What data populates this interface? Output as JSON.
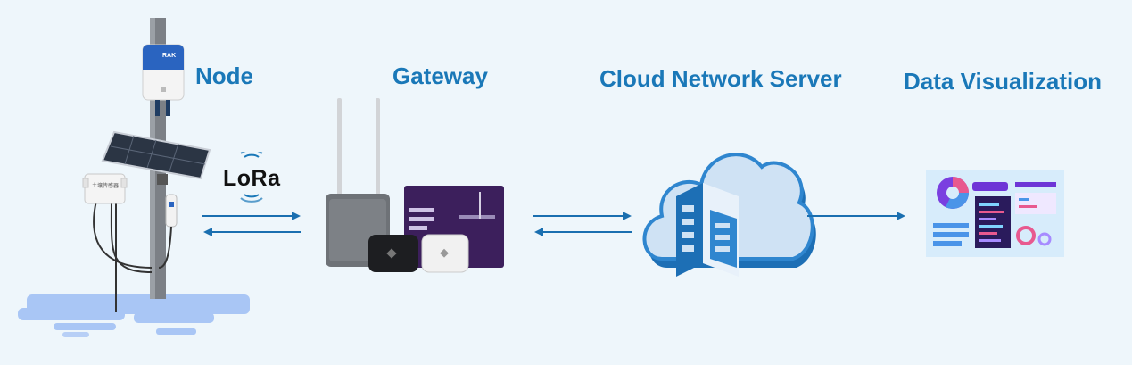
{
  "stages": {
    "node": "Node",
    "gateway": "Gateway",
    "cloud": "Cloud Network Server",
    "visualization": "Data Visualization"
  },
  "protocol": "LoRa",
  "device_brand": "RAK",
  "sensor_label": "土壤传感器",
  "colors": {
    "label": "#1a78b8",
    "arrow": "#1a6fb0",
    "background": "#eef6fb",
    "water": "#a9c6f5"
  },
  "icons": {
    "node": "solar-sensor-pole",
    "gateway": "gateway-devices",
    "cloud": "cloud-server-icon",
    "visualization": "dashboard-icon"
  }
}
